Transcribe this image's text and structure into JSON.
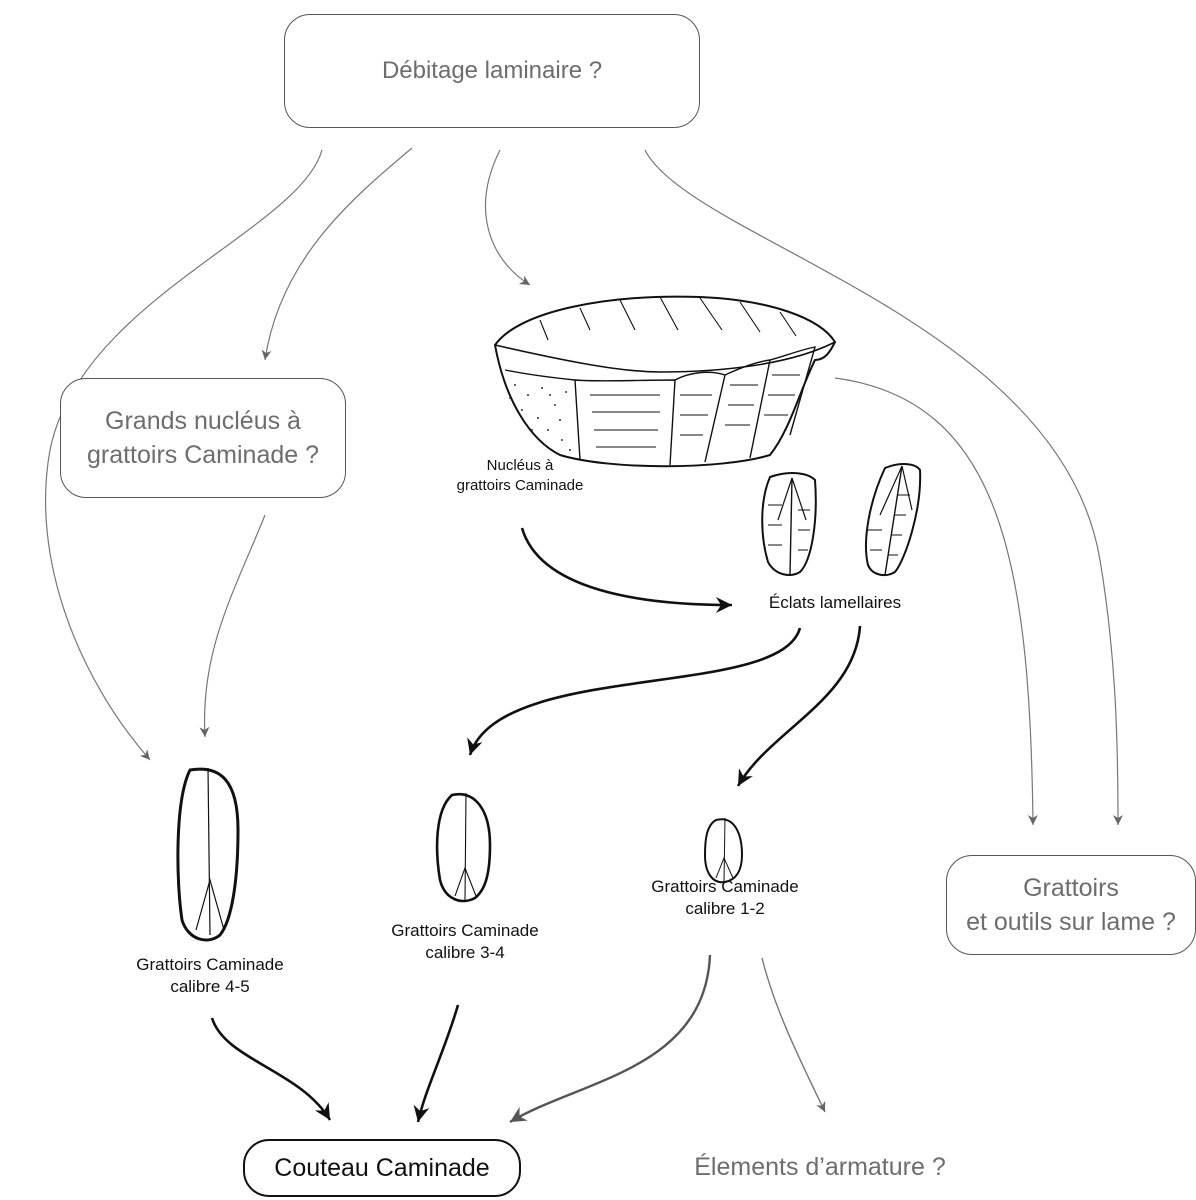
{
  "boxes": {
    "top": "Débitage laminaire ?",
    "grands": "Grands nucléus à\ngrattoirs Caminade ?",
    "grattoirs_lame": "Grattoirs\net outils sur lame ?",
    "couteau": "Couteau Caminade"
  },
  "labels": {
    "nucleus": "Nucléus à\ngrattoirs Caminade",
    "eclats": "Éclats lamellaires",
    "g45": "Grattoirs Caminade\ncalibre 4-5",
    "g34": "Grattoirs Caminade\ncalibre 3-4",
    "g12": "Grattoirs Caminade\ncalibre 1-2",
    "armature": "Élements d’armature ?"
  }
}
